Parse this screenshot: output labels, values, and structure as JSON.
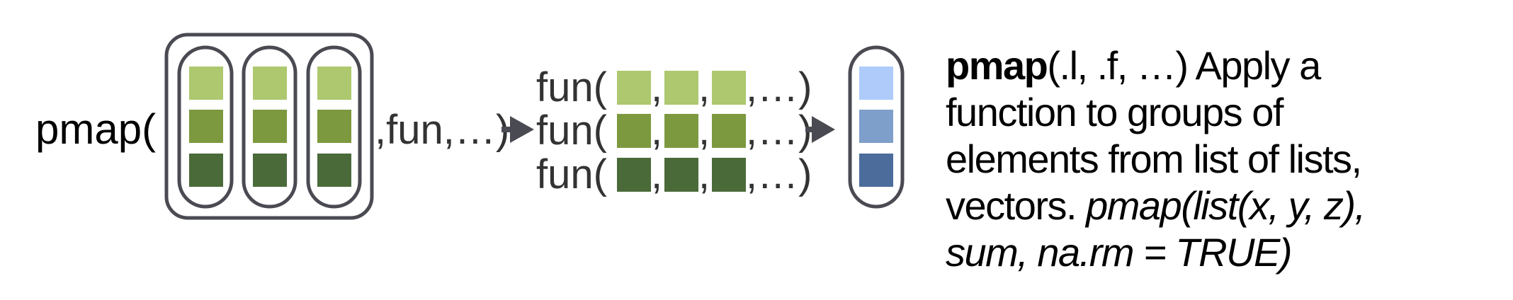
{
  "input": {
    "label": "pmap(",
    "args": ",fun,…)"
  },
  "calls": {
    "fun_label": "fun(",
    "separator": ",",
    "tail": ",…)"
  },
  "colors": {
    "stroke": "#4a4b52",
    "greens": [
      "#adc86f",
      "#7d993f",
      "#4b6a3a"
    ],
    "blues": [
      "#aecbfa",
      "#7f9fcb",
      "#4c6c9b"
    ]
  },
  "description": {
    "func_name": "pmap",
    "signature": "(.l, .f, …) Apply a",
    "line2": "function to groups of",
    "line3": "elements from list of lists,",
    "line4_plain": "vectors. ",
    "line4_example": "pmap(list(x, y, z),",
    "line5_example": "sum, na.rm = TRUE)"
  }
}
